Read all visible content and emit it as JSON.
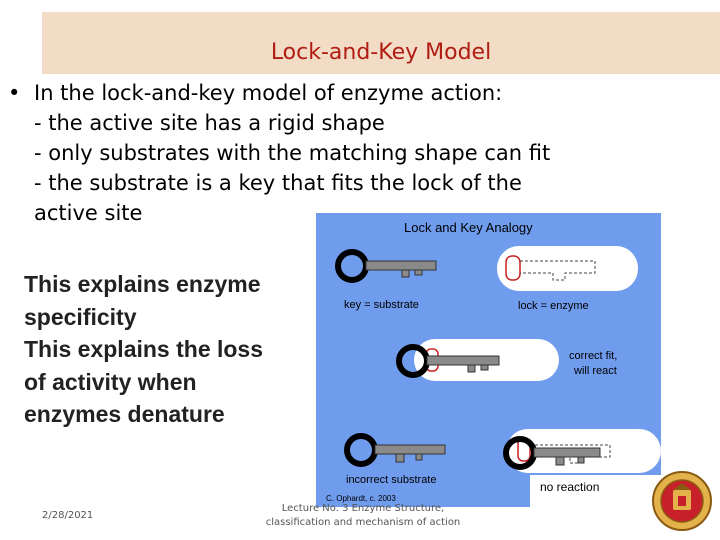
{
  "slide": {
    "title": "Lock-and-Key Model",
    "bullet_marker": "•",
    "bullet_lines": [
      "In the lock-and-key model of enzyme action:",
      "- the active site has a rigid shape",
      "- only substrates with the matching shape can fit",
      "- the substrate is a key that fits the lock of the",
      "active site"
    ],
    "side_lines": [
      "This explains enzyme",
      "specificity",
      "This explains the loss",
      "of activity when",
      "enzymes denature"
    ]
  },
  "diagram": {
    "title": "Lock and Key Analogy",
    "key_label": "key = substrate",
    "lock_label": "lock = enzyme",
    "fit_label_1": "correct fit,",
    "fit_label_2": "will react",
    "incorrect_label": "incorrect substrate",
    "no_reaction_label": "no reaction",
    "credit": "C. Ophardt, c. 2003",
    "colors": {
      "background": "#6f9ced",
      "lock_body": "#ffffff",
      "lock_slot": "#cc2222",
      "key_body": "#8a8a8a",
      "key_ring": "#000000"
    }
  },
  "footer": {
    "date": "2/28/2021",
    "lecture_line_1": "Lecture No. 3 Enzyme Structure,",
    "lecture_line_2": "classification and mechanism of action"
  },
  "logo": {
    "icon": "university-seal-icon"
  }
}
